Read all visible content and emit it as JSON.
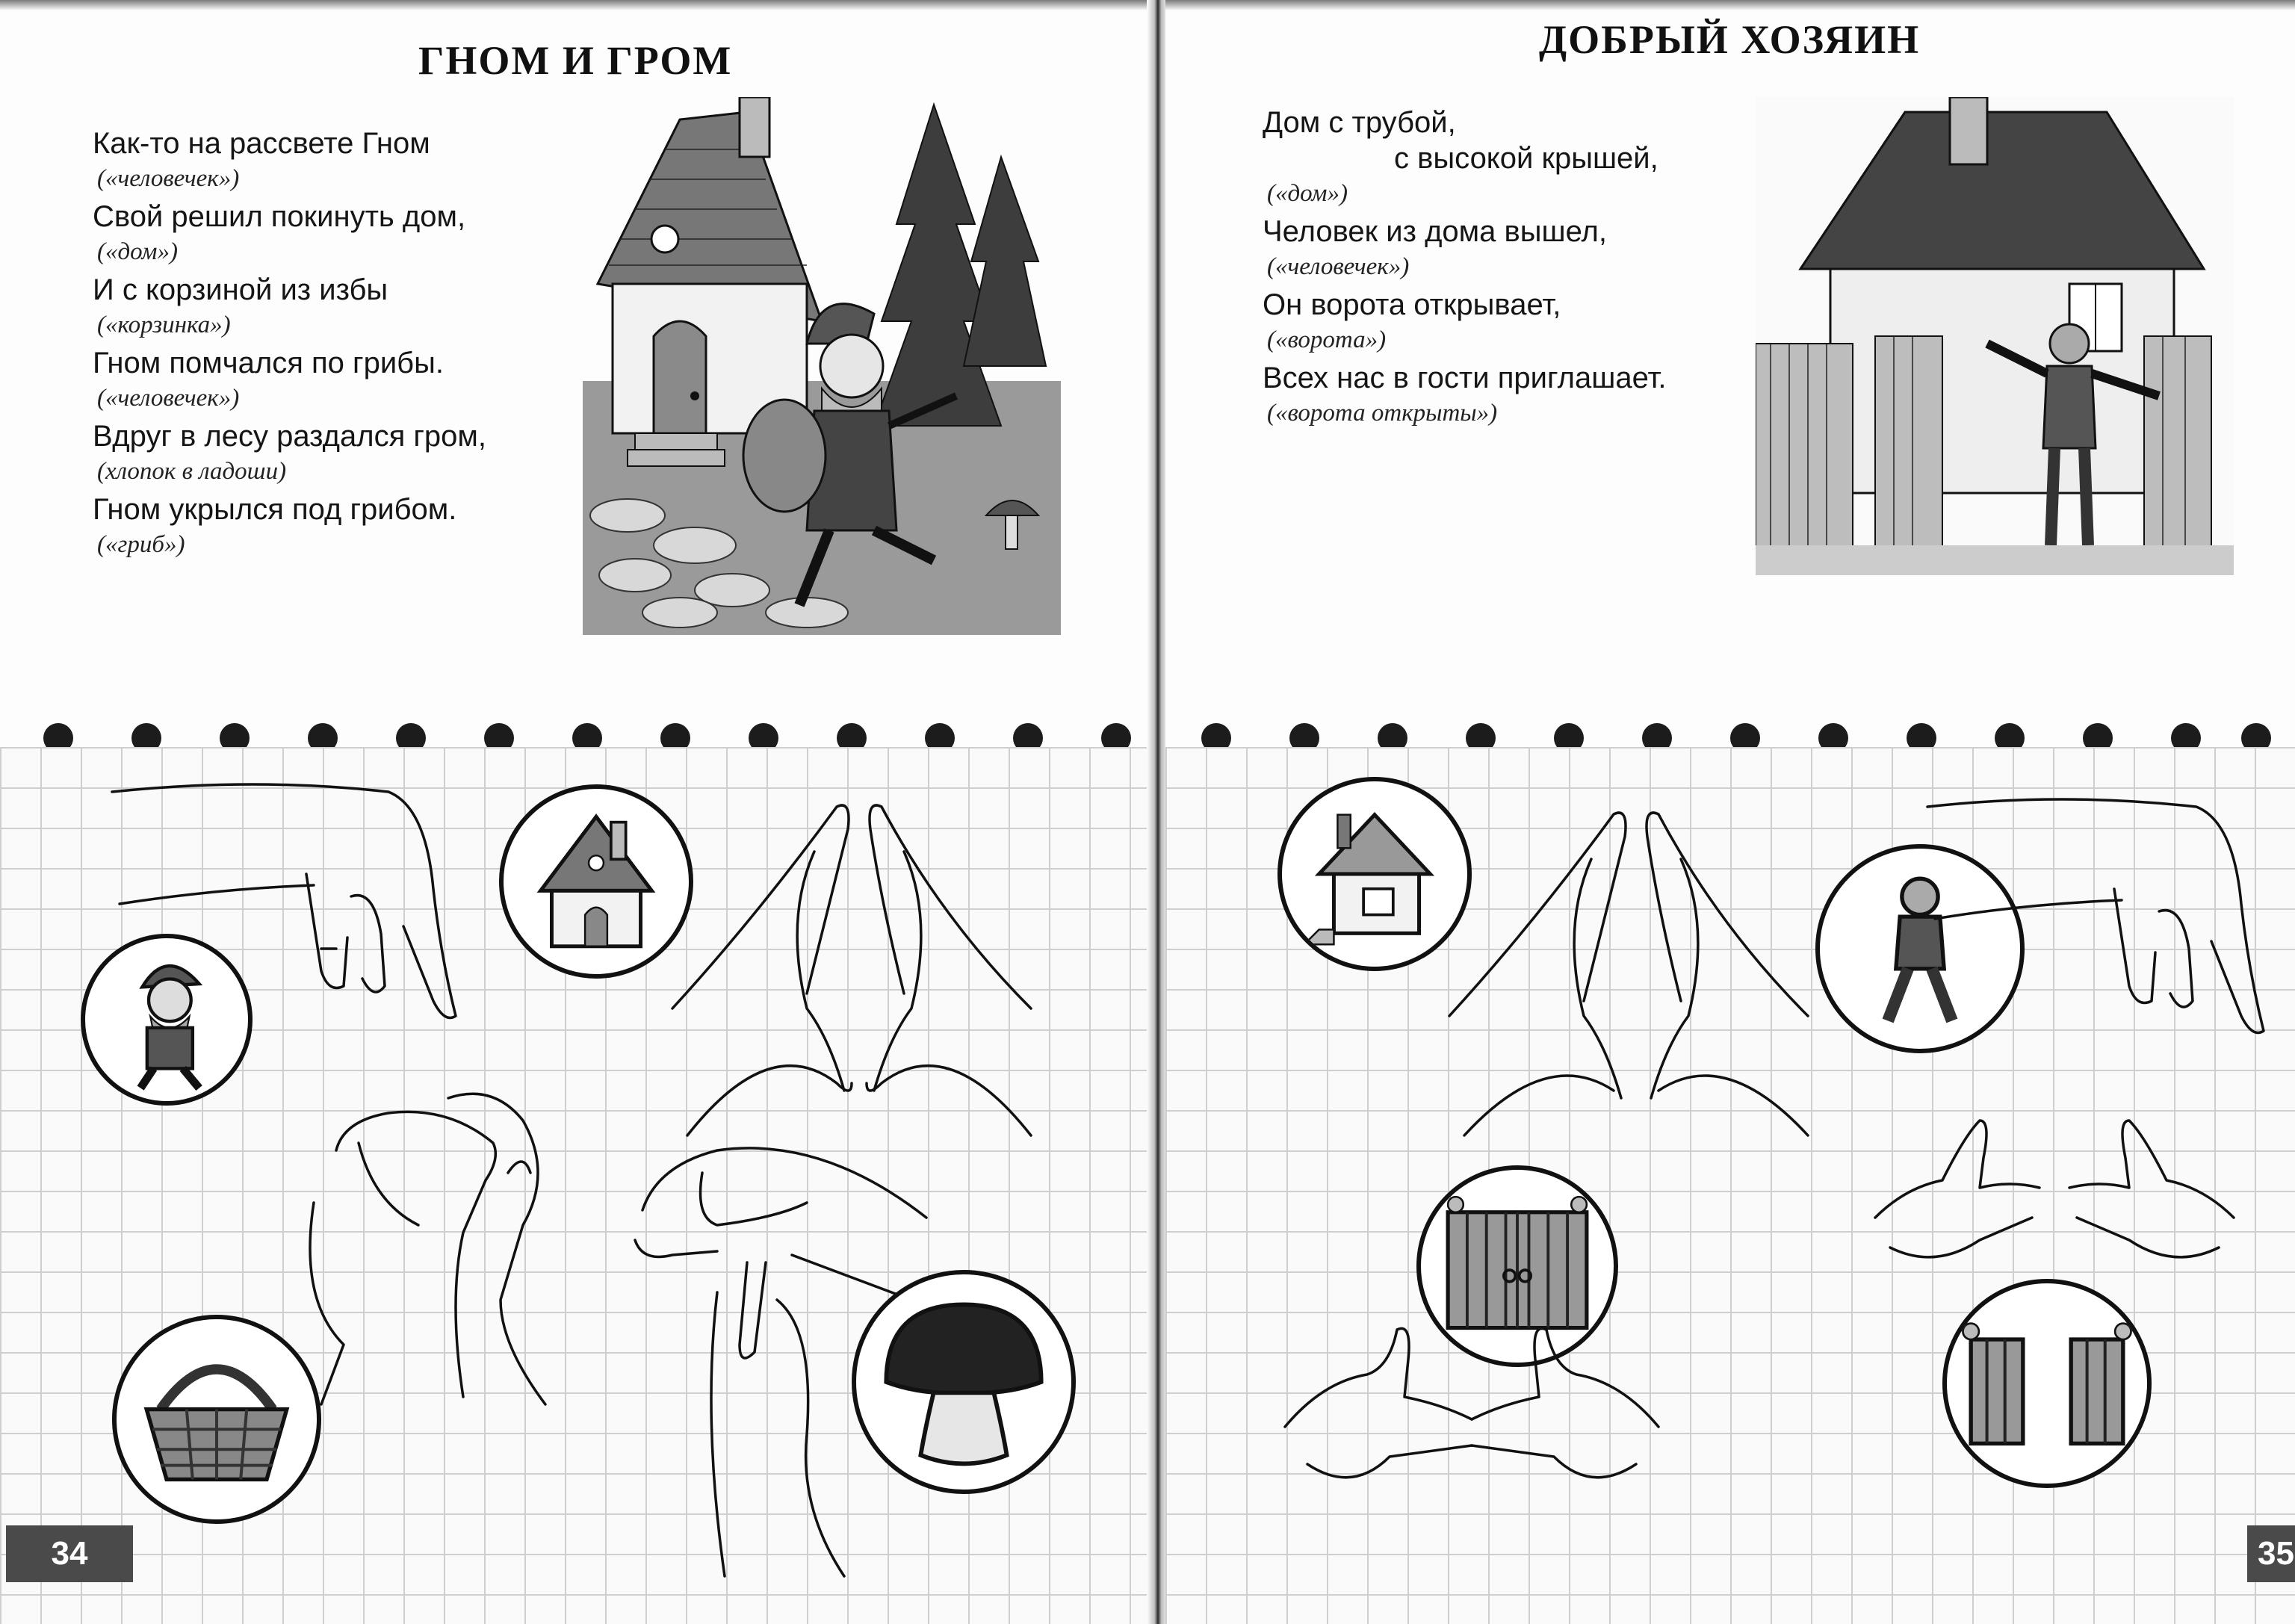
{
  "left_page": {
    "title": "ГНОМ И ГРОМ",
    "page_number": "34",
    "poem": [
      {
        "text": "Как-то на рассвете Гном",
        "note": "(«человечек»)"
      },
      {
        "text": "Свой решил покинуть дом,",
        "note": "(«дом»)"
      },
      {
        "text": "И с корзиной из избы",
        "note": "(«корзинка»)"
      },
      {
        "text": "Гном помчался по грибы.",
        "note": "(«человечек»)"
      },
      {
        "text": "Вдруг в лесу раздался гром,",
        "note": "(хлопок в ладоши)"
      },
      {
        "text": "Гном укрылся под грибом.",
        "note": "(«гриб»)"
      }
    ]
  },
  "right_page": {
    "title": "ДОБРЫЙ ХОЗЯИН",
    "page_number": "35",
    "poem": [
      {
        "text": "Дом с трубой,",
        "note": ""
      },
      {
        "text": "с высокой крышей,",
        "note": "(«дом»)"
      },
      {
        "text": "Человек из дома вышел,",
        "note": "(«человечек»)"
      },
      {
        "text": "Он ворота открывает,",
        "note": "(«ворота»)"
      },
      {
        "text": "Всех нас в гости приглашает.",
        "note": "(«ворота открыты»)"
      }
    ]
  },
  "icons": {
    "left_hero": "gnome-house-illustration",
    "right_hero": "house-gate-man-illustration",
    "gnome": "gnome-icon",
    "house": "gnome-house-icon",
    "basket": "basket-icon",
    "mushroom": "mushroom-icon",
    "cottage": "cottage-icon",
    "man": "walking-man-icon",
    "gate_closed": "closed-gate-icon",
    "gate_open": "open-gate-icon"
  }
}
